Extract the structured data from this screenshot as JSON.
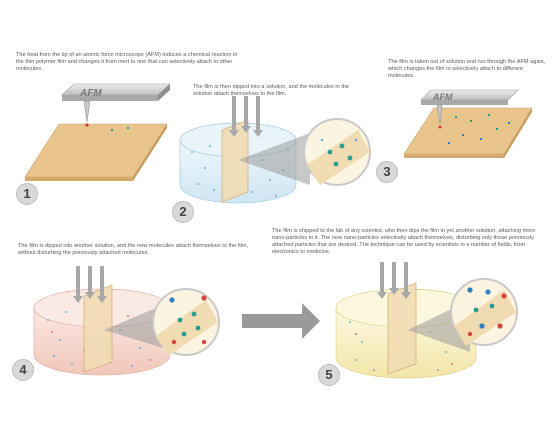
{
  "steps": [
    {
      "number": "1",
      "caption": "The heat from the tip of an atomic force microscope (AFM) induces a chemical reaction in the thin polymer film and changes it from inert to one that can selectively attach to other molecules.",
      "device_label": "AFM"
    },
    {
      "number": "2",
      "caption": "The film is then dipped into a solution, and the molecules in the solution attach themselves to the film."
    },
    {
      "number": "3",
      "caption": "The film is taken out of solution and run through the AFM again, which changes the film to selectively attach to different molecules.",
      "device_label": "AFM"
    },
    {
      "number": "4",
      "caption": "The film is dipped into another solution, and the new molecules attach themselves to the film, without disturbing the previously attached molecules."
    },
    {
      "number": "5",
      "caption": "The film is shipped to the lab of any scientist, who then dips the film in yet another solution, attaching more nano-particles to it. The new nano-particles selectively attach themselves, disturbing only those previously attached particles that are desired. The technique can be used by scientists in a number of fields, from electronics to medicine."
    }
  ],
  "colors": {
    "film": "#e9c58e",
    "film_edge": "#c9a066",
    "afm_body": "#d5d5d5",
    "tip_red": "#e0322c",
    "molecule_teal": "#2a9d8f",
    "molecule_blue": "#2f7fc1",
    "molecule_red": "#d8443a",
    "water_blue": "#d6ecf7",
    "water_pink": "#f6d6cf",
    "water_yellow": "#faf3c8",
    "arrow_gray": "#9a9a9a",
    "badge_gray": "#d9d9d9"
  },
  "icons": [
    "afm-probe-icon",
    "flow-arrow-icon",
    "magnifier-icon",
    "molecule-icon"
  ]
}
